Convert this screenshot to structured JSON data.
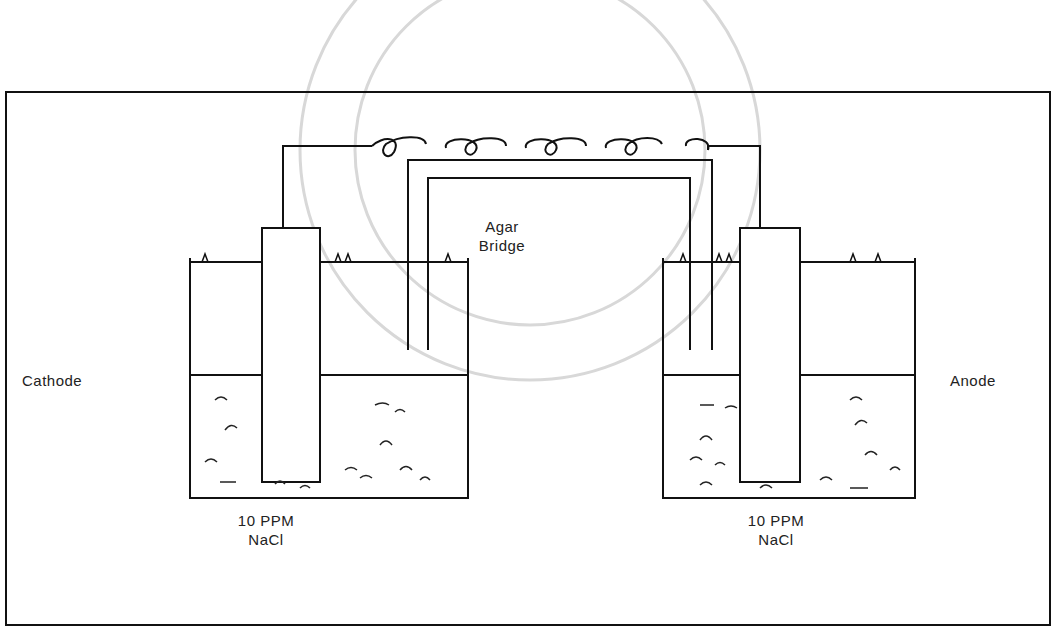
{
  "diagram": {
    "labels": [
      "Agar Bridge",
      "Cathode",
      "Anode",
      "10 PPM NaCl",
      "10 PPM NaCl"
    ]
  }
}
